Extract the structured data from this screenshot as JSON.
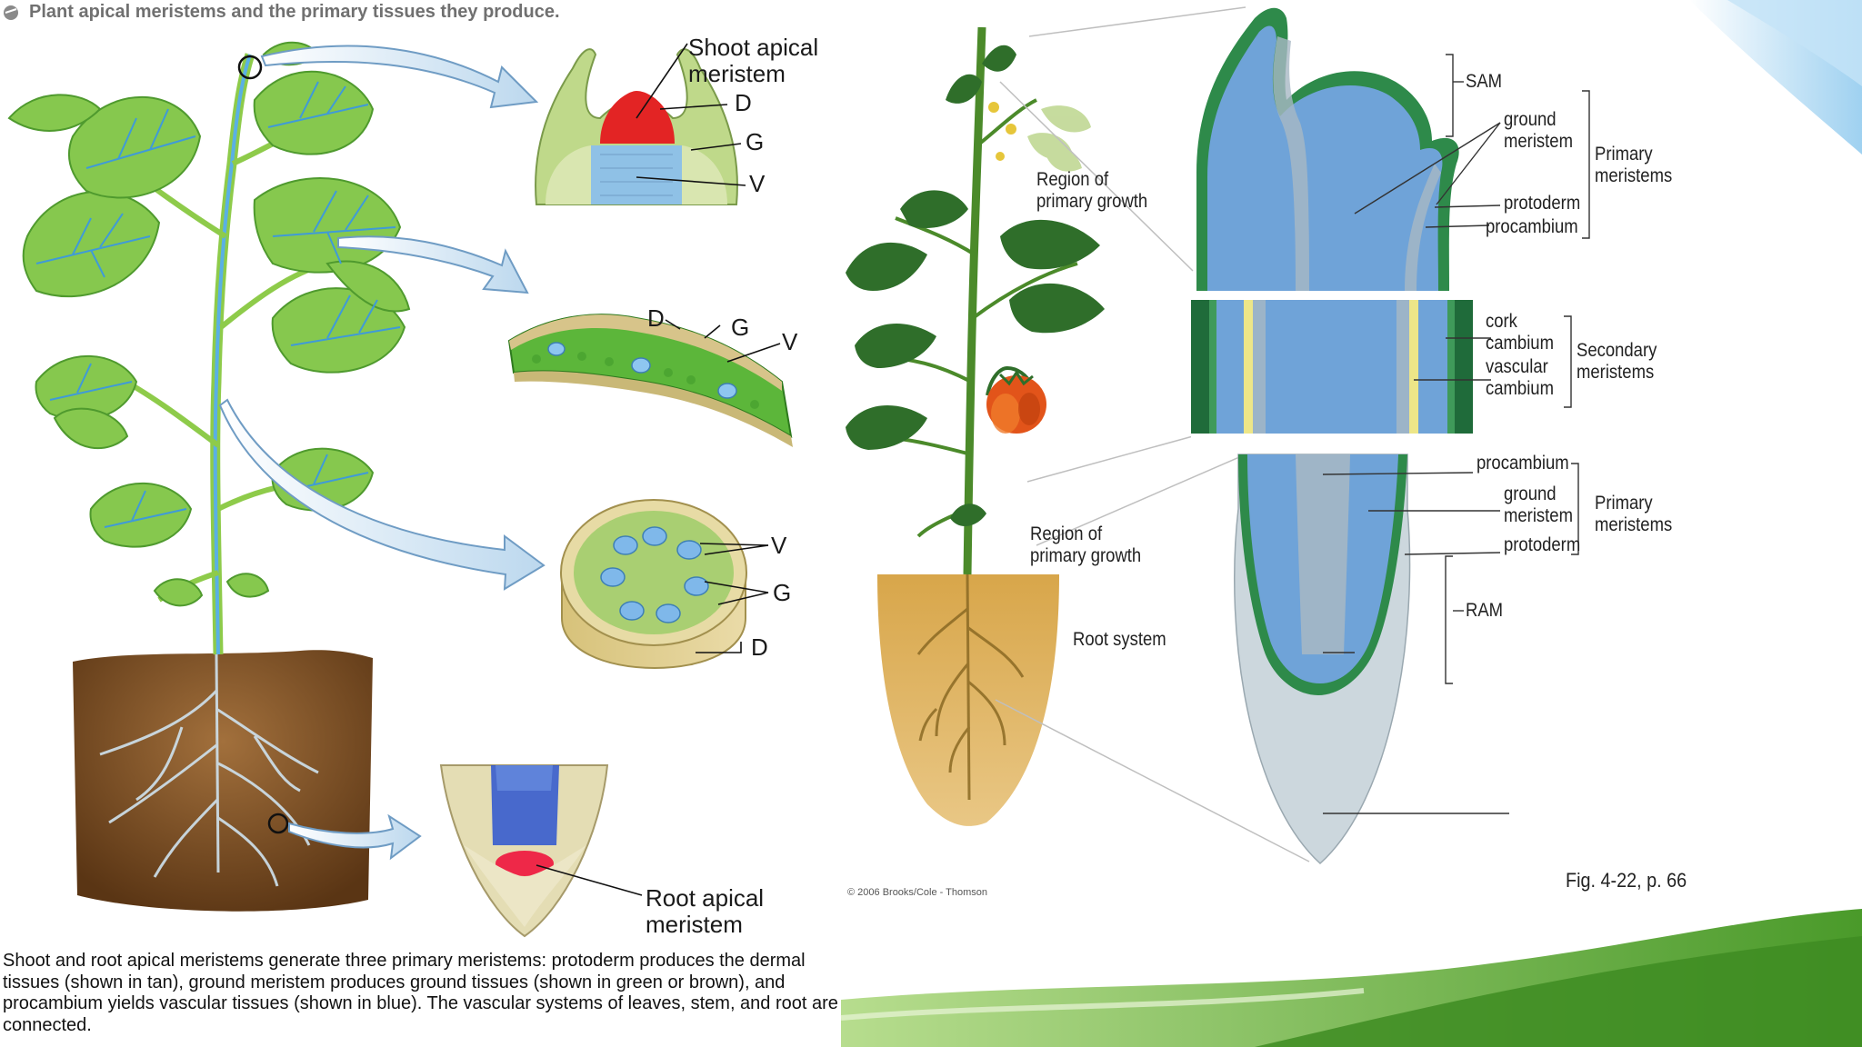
{
  "title": "Plant apical meristems and the primary tissues they produce.",
  "left_labels": {
    "shoot_apical_meristem": "Shoot apical meristem",
    "shoot_d": "D",
    "shoot_g": "G",
    "shoot_v": "V",
    "leaf_d": "D",
    "leaf_g": "G",
    "leaf_v": "V",
    "stem_v": "V",
    "stem_g": "G",
    "stem_d": "D",
    "root_apical_meristem": "Root apical meristem"
  },
  "caption": "Shoot and root apical meristems generate three primary meristems: protoderm produces the dermal tissues (shown in tan), ground meristem produces ground tissues (shown in green or brown), and procambium yields vascular tissues (shown in blue). The vascular systems of leaves, stem, and root are connected.",
  "right_labels": {
    "region_primary_growth_top": "Region of primary growth",
    "region_primary_growth_bottom": "Region of primary growth",
    "root_system": "Root system",
    "sam": "SAM",
    "ground_meristem_1": "ground meristem",
    "protoderm_1": "protoderm",
    "procambium_1": "procambium",
    "primary_meristems_1": "Primary meristems",
    "cork_cambium": "cork cambium",
    "vascular_cambium": "vascular cambium",
    "secondary_meristems": "Secondary meristems",
    "procambium_2": "procambium",
    "ground_meristem_2": "ground meristem",
    "protoderm_2": "protoderm",
    "primary_meristems_2": "Primary meristems",
    "ram": "RAM"
  },
  "credit": "© 2006 Brooks/Cole - Thomson",
  "figure_ref": "Fig. 4-22, p. 66",
  "colors": {
    "leaf_green": "#7cc24a",
    "vein_blue": "#5aa8e0",
    "meristem_red": "#e02828",
    "tissue_blue": "#6fa6d8",
    "dermal_tan": "#d9c98f",
    "soil_brown": "#7a4e22",
    "dark_green": "#1f6b3a",
    "slide_green": "#6fb53a"
  }
}
